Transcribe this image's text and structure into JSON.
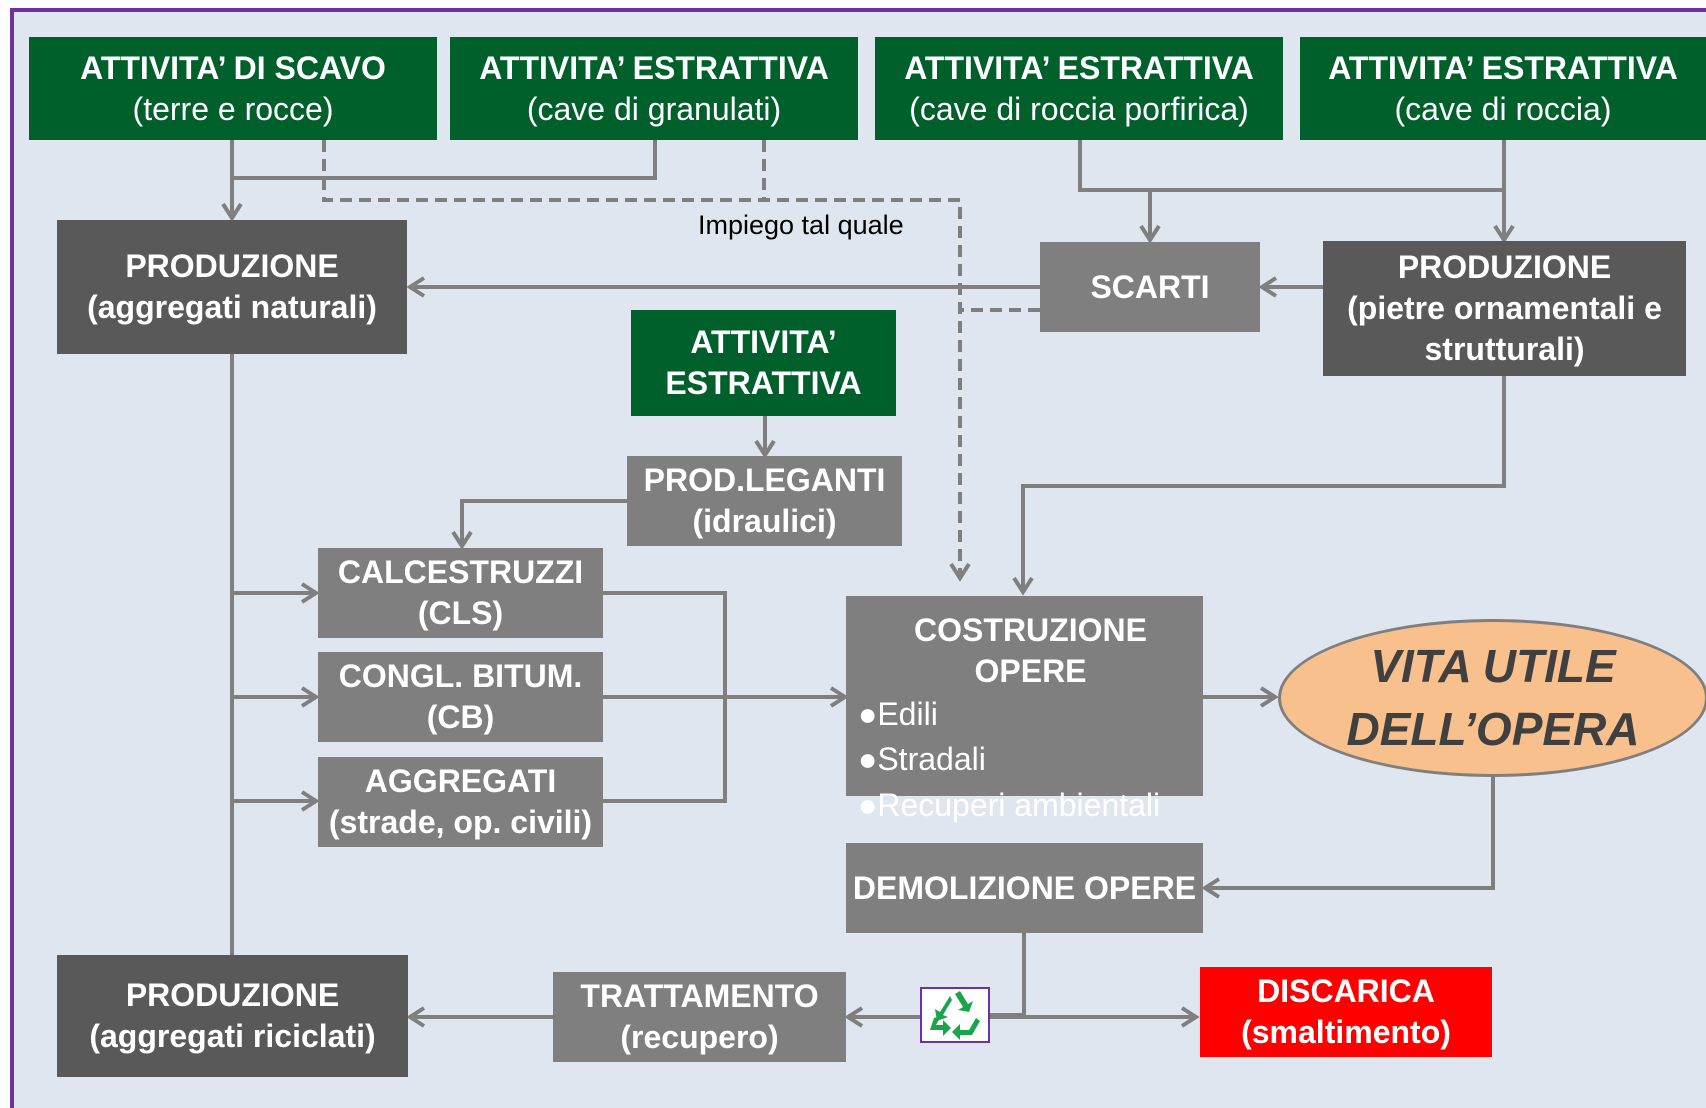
{
  "boxes": {
    "scavo": {
      "title": "ATTIVITA’ DI SCAVO",
      "sub": "(terre e rocce)"
    },
    "granulati": {
      "title": "ATTIVITA’ ESTRATTIVA",
      "sub": "(cave di granulati)"
    },
    "porfirica": {
      "title": "ATTIVITA’ ESTRATTIVA",
      "sub": "(cave di roccia porfirica)"
    },
    "roccia": {
      "title": "ATTIVITA’ ESTRATTIVA",
      "sub": "(cave di roccia)"
    },
    "prod_naturali": {
      "title": "PRODUZIONE",
      "sub": "(aggregati naturali)"
    },
    "scarti": {
      "title": "SCARTI"
    },
    "prod_pietre": {
      "title": "PRODUZIONE",
      "sub": "(pietre ornamentali e",
      "sub2": "strutturali)"
    },
    "estrattiva_mid": {
      "title": "ATTIVITA’",
      "sub": "ESTRATTIVA"
    },
    "leganti": {
      "title": "PROD.LEGANTI",
      "sub": "(idraulici)"
    },
    "cls": {
      "title": "CALCESTRUZZI",
      "sub": "(CLS)"
    },
    "cb": {
      "title": "CONGL. BITUM.",
      "sub": "(CB)"
    },
    "aggregati": {
      "title": "AGGREGATI",
      "sub": "(strade, op. civili)"
    },
    "costruzione": {
      "title": "COSTRUZIONE OPERE",
      "items": [
        "Edili",
        "Stradali",
        "Recuperi ambientali"
      ]
    },
    "vita": {
      "line1": "VITA UTILE",
      "line2": "DELL’OPERA"
    },
    "demolizione": {
      "title": "DEMOLIZIONE OPERE"
    },
    "trattamento": {
      "title": "TRATTAMENTO",
      "sub": "(recupero)"
    },
    "discarica": {
      "title": "DISCARICA",
      "sub": "(smaltimento)"
    },
    "prod_riciclati": {
      "title": "PRODUZIONE",
      "sub": "(aggregati riciclati)"
    }
  },
  "labels": {
    "impiego": "Impiego tal quale"
  },
  "icons": {
    "recycle": "recycle-icon"
  },
  "colors": {
    "green": "#00602b",
    "dark": "#595959",
    "mid": "#7f7f7f",
    "red": "#ff0000",
    "ellipse": "#f8c08c",
    "frame": "#7030a0",
    "background": "#dfe6f0"
  }
}
